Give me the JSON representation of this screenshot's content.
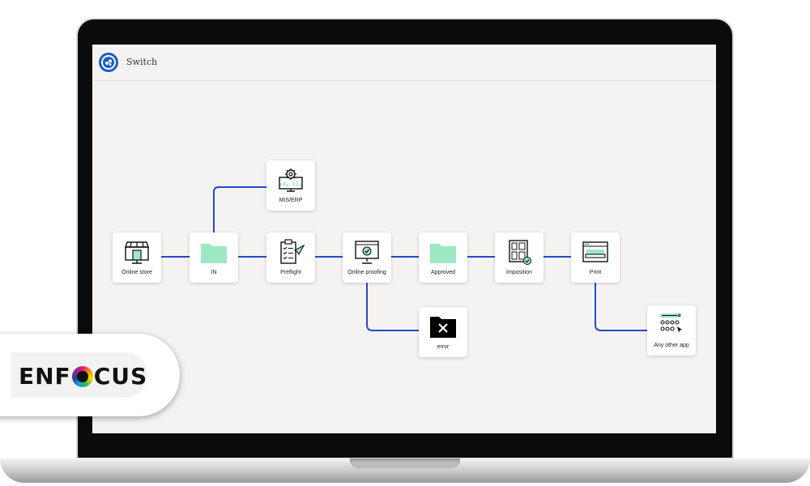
{
  "app": {
    "title": "Switch",
    "logo_icon": "switch-logo-icon"
  },
  "brand": {
    "prefix": "ENF",
    "suffix": "CUS",
    "logo_icon": "enfocus-color-o-icon"
  },
  "flow": {
    "line_color": "#1f3fbf",
    "nodes": {
      "online_store": {
        "label": "Online store",
        "icon": "storefront-monitor-icon"
      },
      "in": {
        "label": "IN",
        "icon": "folder-icon"
      },
      "mis_erp": {
        "label": "MIS/ERP",
        "icon": "gear-monitor-icon"
      },
      "preflight": {
        "label": "Preflight",
        "icon": "clipboard-checklist-icon"
      },
      "online_proofing": {
        "label": "Online proofing",
        "icon": "monitor-check-icon"
      },
      "approved": {
        "label": "Approved",
        "icon": "folder-icon"
      },
      "imposition": {
        "label": "Imposition",
        "icon": "imposition-sheet-icon"
      },
      "print": {
        "label": "Print",
        "icon": "printer-icon"
      },
      "error": {
        "label": "error",
        "icon": "error-folder-icon"
      },
      "any_other_app": {
        "label": "Any other app",
        "icon": "app-grid-icon"
      }
    }
  }
}
